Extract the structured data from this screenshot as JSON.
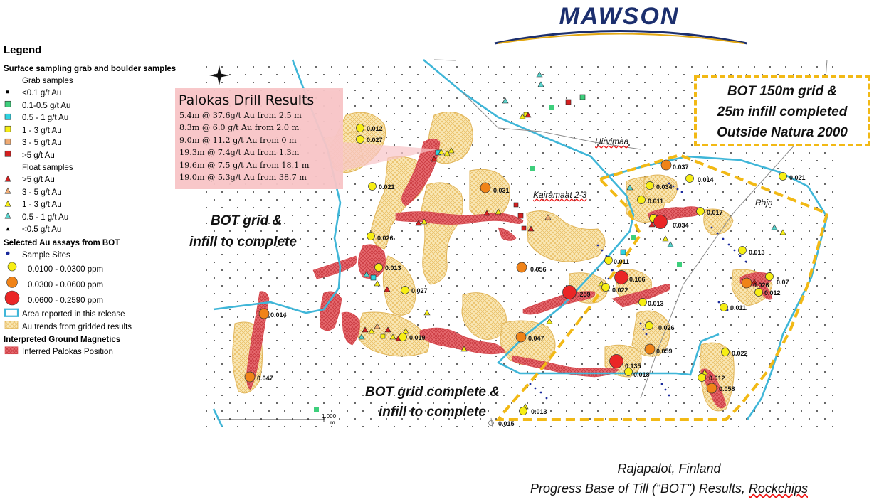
{
  "logo": {
    "text": "MAWSON",
    "color": "#1c2f6e",
    "swoosh_color": "#e3a812"
  },
  "legend": {
    "title": "Legend",
    "section1": "Surface sampling grab and boulder samples",
    "grab_heading": "Grab samples",
    "grab": [
      {
        "label": "<0.1 g/t Au",
        "color": "#000000",
        "shape": "small-square"
      },
      {
        "label": "0.1-0.5 g/t Au",
        "color": "#3ecf7c",
        "shape": "square"
      },
      {
        "label": "0.5 - 1 g/t Au",
        "color": "#2fd3e0",
        "shape": "square"
      },
      {
        "label": "1 - 3 g/t Au",
        "color": "#f6ee14",
        "shape": "square"
      },
      {
        "label": "3 - 5 g/t Au",
        "color": "#efaa72",
        "shape": "square"
      },
      {
        "label": ">5 g/t Au",
        "color": "#d41f1f",
        "shape": "square"
      }
    ],
    "float_heading": "Float samples",
    "float": [
      {
        "label": ">5 g/t Au",
        "color": "#d41f1f",
        "shape": "triangle"
      },
      {
        "label": "3 - 5 g/t Au",
        "color": "#efaa72",
        "shape": "triangle"
      },
      {
        "label": "1 - 3 g/t Au",
        "color": "#f6ee14",
        "shape": "triangle"
      },
      {
        "label": "0.5 - 1 g/t Au",
        "color": "#5bd6cf",
        "shape": "triangle"
      },
      {
        "label": "<0.5 g/t Au",
        "color": "#000000",
        "shape": "small-triangle"
      }
    ],
    "section2": "Selected Au assays from BOT",
    "bot": [
      {
        "label": "Sample Sites",
        "color": "#1a2a9c",
        "shape": "dot"
      },
      {
        "label": "0.0100 - 0.0300 ppm",
        "color": "#f6ee14",
        "shape": "circle-s"
      },
      {
        "label": "0.0300 - 0.0600 ppm",
        "color": "#f08318",
        "shape": "circle-m"
      },
      {
        "label": "0.0600 - 0.2590 ppm",
        "color": "#ea2626",
        "shape": "circle-l"
      }
    ],
    "areas": [
      {
        "label": "Area reported in this release",
        "color": "#3fb6d8",
        "shape": "outline"
      },
      {
        "label": "Au trends from gridded results",
        "color": "#f4d98a",
        "shape": "hatch"
      }
    ],
    "section3": "Interpreted Ground Magnetics",
    "mag": [
      {
        "label": "Inferred Palokas Position",
        "color": "#e8555a",
        "shape": "hatch-red"
      }
    ]
  },
  "drill": {
    "title": "Palokas Drill Results",
    "rows": [
      "5.4m @ 37.6g/t Au from 2.5 m",
      "8.3m @ 6.0 g/t Au from 2.0 m",
      "9.0m @ 11.2 g/t Au from 0 m",
      "19.3m @ 7.4g/t Au from 1.3m",
      "19.6m @ 7.5 g/t Au from 18.1 m",
      "19.0m @ 5.3g/t Au from 38.7 m"
    ]
  },
  "captions": {
    "bot_grid_1": "BOT grid &",
    "bot_grid_2": "infill to complete",
    "complete_1": "BOT grid complete &",
    "complete_2": "infill to complete",
    "natura_1": "BOT 150m grid &",
    "natura_2": "25m infill completed",
    "natura_3": "Outside Natura 2000"
  },
  "places": {
    "hirvimaa": "Hirvimaa",
    "kairamaat": "Kairamaat 2-3",
    "raja": "Raja"
  },
  "scalebar": {
    "end_label": "1.000",
    "unit": "m"
  },
  "footer": {
    "line1": "Rajapalot, Finland",
    "line2a": "Progress Base of Till (“BOT”) Results, ",
    "line2b": "Rockchips"
  },
  "assays": [
    {
      "v": "0.012"
    },
    {
      "v": "0.027"
    },
    {
      "v": "0.021"
    },
    {
      "v": "0.031"
    },
    {
      "v": "0.026"
    },
    {
      "v": "0.013"
    },
    {
      "v": "0.027"
    },
    {
      "v": "0.014"
    },
    {
      "v": "0.019"
    },
    {
      "v": "0.047"
    },
    {
      "v": "0.056"
    },
    {
      "v": "0.047"
    },
    {
      "v": ".259"
    },
    {
      "v": "0.022"
    },
    {
      "v": "0.106"
    },
    {
      "v": "0.011"
    },
    {
      "v": "0.013"
    },
    {
      "v": "0.026"
    },
    {
      "v": "0.059"
    },
    {
      "v": "0.135"
    },
    {
      "v": "0.018"
    },
    {
      "v": "0.013"
    },
    {
      "v": "0.015"
    },
    {
      "v": "0.037"
    },
    {
      "v": "0.034"
    },
    {
      "v": "0.014"
    },
    {
      "v": "0.011"
    },
    {
      "v": "0.017"
    },
    {
      "v": "0.034"
    },
    {
      "v": "0.021"
    },
    {
      "v": "0.013"
    },
    {
      "v": "0.026"
    },
    {
      "v": "0.07"
    },
    {
      "v": "0.012"
    },
    {
      "v": "0.011"
    },
    {
      "v": "0.022"
    },
    {
      "v": "0.012"
    },
    {
      "v": "0.058"
    }
  ]
}
